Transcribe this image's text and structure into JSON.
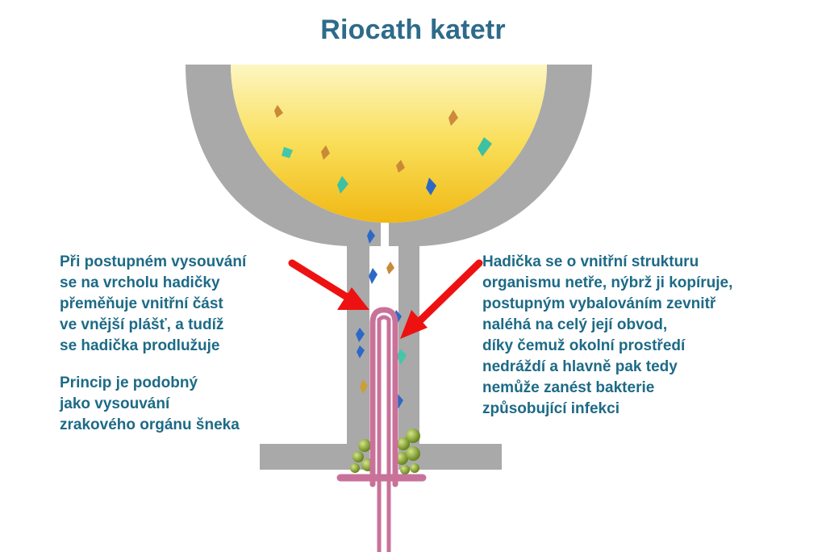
{
  "title": "Riocath katetr",
  "left_text_top": "Při postupném vysouvání\nse na vrcholu hadičky\npřeměňuje vnitřní část\nve vnější plášť, a tudíž\nse hadička prodlužuje",
  "left_text_bottom": "Princip je podobný\njako vysouvání\nzrakového orgánu šneka",
  "right_text": "Hadička se o vnitřní strukturu\norganismu netře, nýbrž ji kopíruje,\npostupným vybalováním zevnitř\nnaléhá na celý její obvod,\ndíky čemuž okolní prostředí\nnedráždí a hlavně pak tedy\nnemůže zanést bakterie\nzpůsobující infekci",
  "colors": {
    "text": "#1d6a86",
    "title": "#2e6b8a",
    "wall": "#a9a9a9",
    "urine_top": "#fdf3b6",
    "urine_bottom": "#f2c21a",
    "catheter": "#c8729a",
    "arrow": "#ee1111",
    "bacteria": "#8aa828"
  }
}
